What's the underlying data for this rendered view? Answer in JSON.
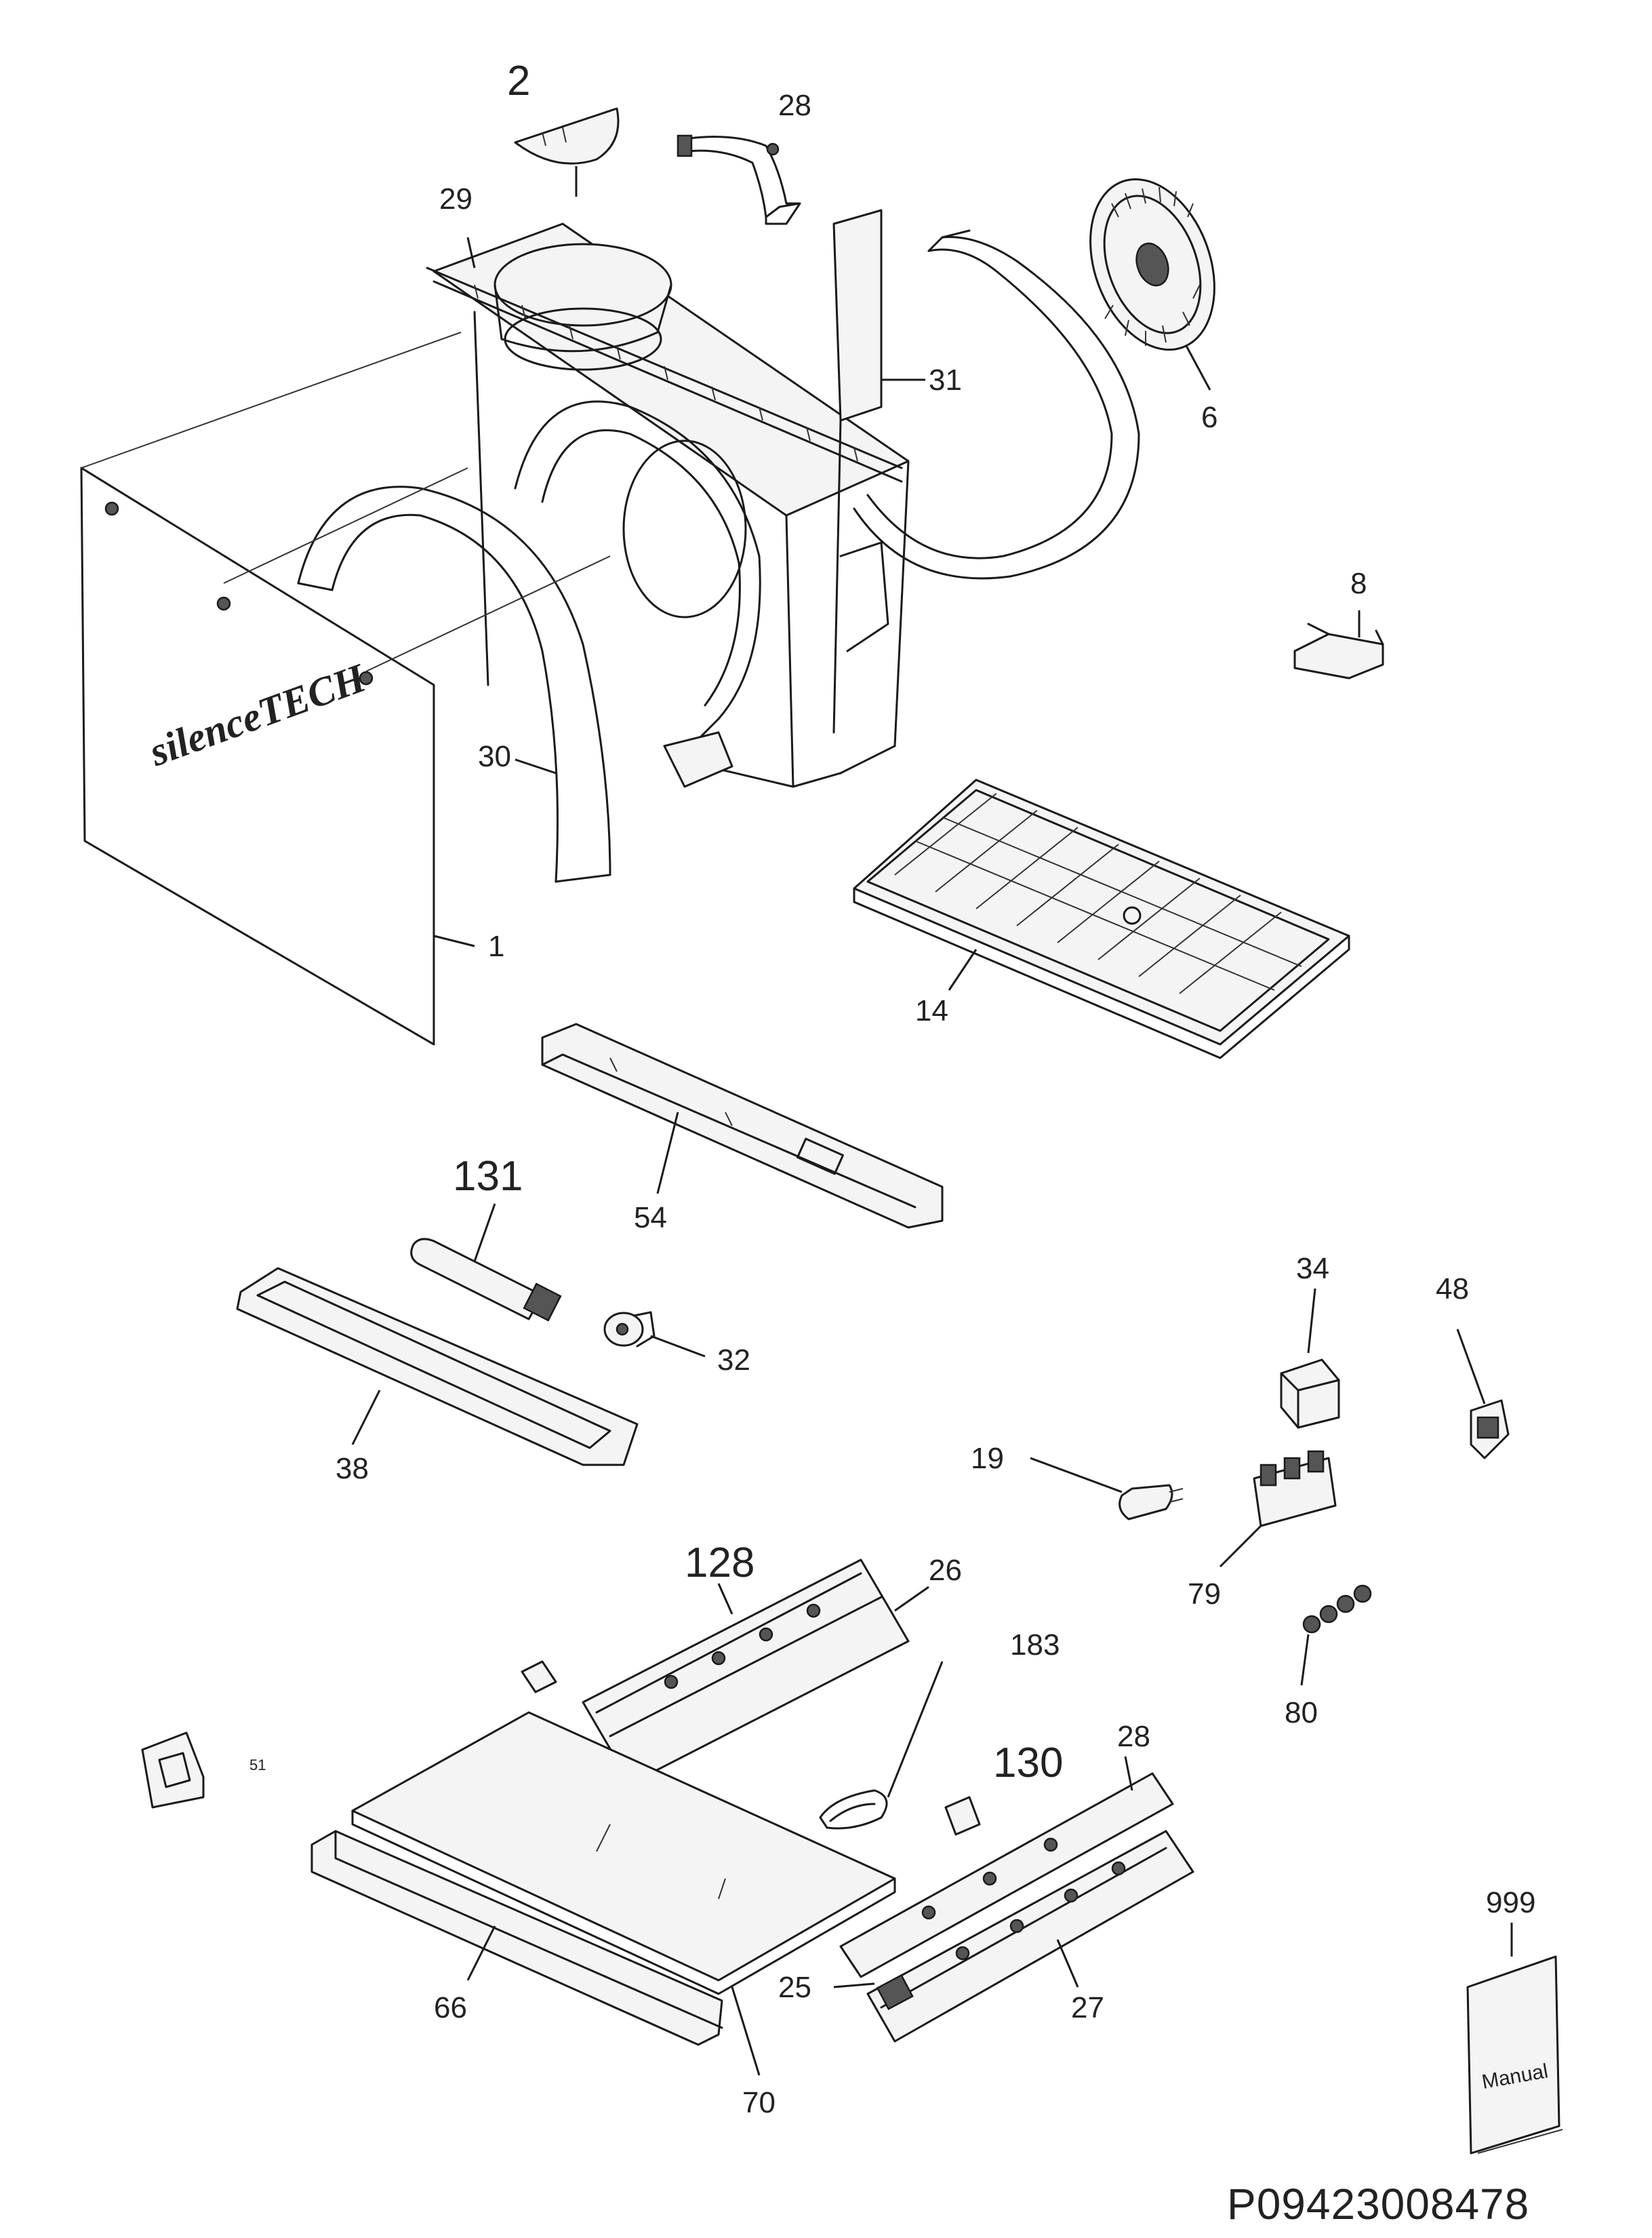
{
  "labels": {
    "l2": "2",
    "l28a": "28",
    "l29": "29",
    "l31": "31",
    "l6": "6",
    "l8": "8",
    "l30": "30",
    "l1": "1",
    "l14": "14",
    "l54": "54",
    "l131": "131",
    "l32": "32",
    "l38": "38",
    "l34": "34",
    "l48": "48",
    "l19": "19",
    "l79": "79",
    "l80": "80",
    "l128": "128",
    "l26": "26",
    "l183": "183",
    "l51": "51",
    "l130": "130",
    "l28b": "28",
    "l66": "66",
    "l70": "70",
    "l25": "25",
    "l27": "27",
    "l999": "999"
  },
  "panel_logo": "silenceTECH",
  "manual_text": "Manual",
  "document_code": "P09423008478",
  "colors": {
    "line": "#1a1a1a",
    "background": "#ffffff",
    "label": "#222222"
  }
}
